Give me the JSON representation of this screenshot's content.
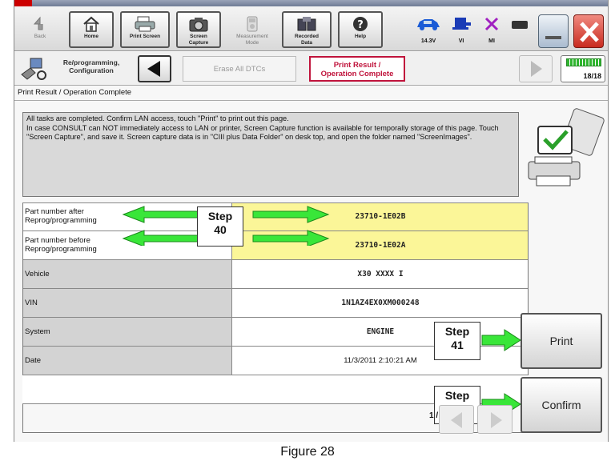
{
  "toolbar": {
    "buttons": [
      {
        "label": "Back",
        "icon": "back-arrow-icon"
      },
      {
        "label": "Home",
        "icon": "home-icon"
      },
      {
        "label": "Print Screen",
        "icon": "printer-icon"
      },
      {
        "label": "Screen\nCapture",
        "icon": "camera-icon"
      },
      {
        "label": "Measurement\nMode",
        "icon": "measurement-icon"
      },
      {
        "label": "Recorded\nData",
        "icon": "recorded-data-icon"
      },
      {
        "label": "Help",
        "icon": "help-icon"
      }
    ],
    "status": [
      {
        "label": "14.3V",
        "icon": "car-battery-icon"
      },
      {
        "label": "VI",
        "icon": "vi-connection-icon"
      },
      {
        "label": "MI",
        "icon": "mi-disconnected-icon"
      }
    ]
  },
  "nav": {
    "section_label": "Re/programming,\nConfiguration",
    "crumb_inactive": "Erase All DTCs",
    "crumb_active": "Print Result /\nOperation Complete",
    "page_count": "18/18"
  },
  "section_title": "Print Result / Operation Complete",
  "message": "All tasks are completed. Confirm LAN access, touch \"Print\" to print out this page.\nIn case CONSULT can NOT immediately access to LAN or printer, Screen Capture function is available for temporally storage of this page. Touch \"Screen Capture\", and save it. Screen capture data is in \"CIII plus Data Folder\" on desk top, and open the folder named \"ScreenImages\".",
  "table": {
    "rows": [
      {
        "label": "Part number after\nReprog/programming",
        "value": "23710-1E02B",
        "highlight": true
      },
      {
        "label": "Part number before\nReprog/programming",
        "value": "23710-1E02A",
        "highlight": true
      },
      {
        "label": "Vehicle",
        "value": "X30 XXXX I",
        "highlight": false
      },
      {
        "label": "VIN",
        "value": "1N1AZ4EX0XM000248",
        "highlight": false
      },
      {
        "label": "System",
        "value": "ENGINE",
        "highlight": false
      },
      {
        "label": "Date",
        "value": "11/3/2011 2:10:21 AM",
        "highlight": false
      }
    ]
  },
  "steps": {
    "s40": "Step\n40",
    "s41": "Step\n41",
    "s42": "Step\n42"
  },
  "buttons": {
    "print": "Print",
    "confirm": "Confirm"
  },
  "pager": "1 / 1",
  "caption": "Figure 28",
  "colors": {
    "highlight_yellow": "#fbf698",
    "arrow_green": "#39e639",
    "active_crumb_red": "#c0143c",
    "label_gray": "#d3d3d3",
    "close_red": "#d9362a"
  }
}
